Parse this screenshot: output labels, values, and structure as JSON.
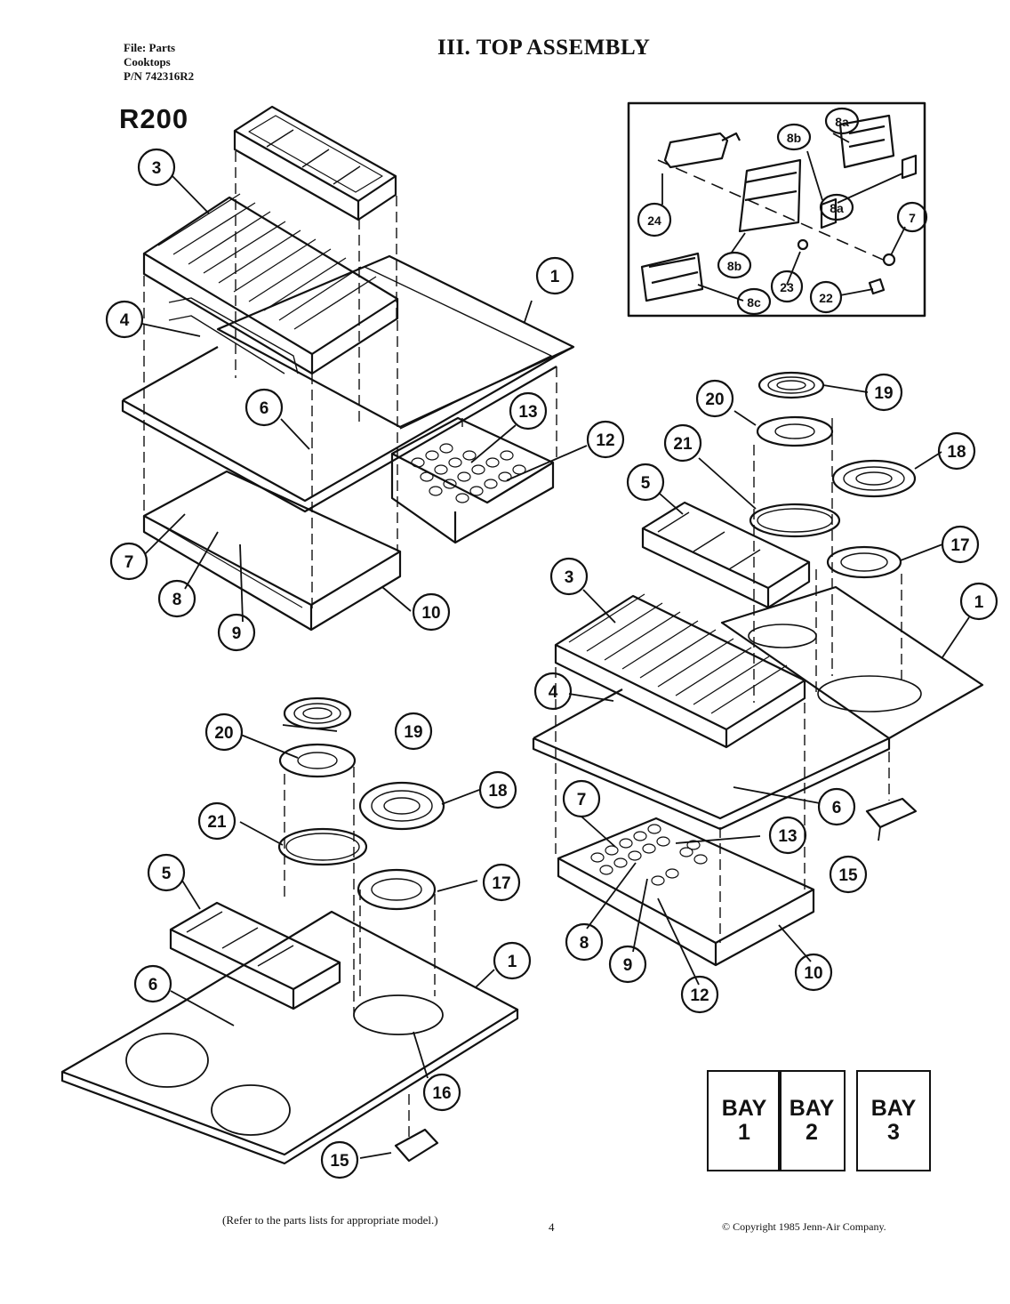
{
  "header": {
    "file_line": "File: Parts",
    "category_line": "Cooktops",
    "part_number_line": "P/N 742316R2",
    "title": "III.  TOP ASSEMBLY",
    "model": "R200"
  },
  "callouts": {
    "inset": [
      "8a",
      "8b",
      "24",
      "8a",
      "7",
      "8b",
      "23",
      "22",
      "8c"
    ],
    "grill_module": [
      "3",
      "1",
      "4",
      "6",
      "13",
      "12",
      "7",
      "8",
      "9",
      "10"
    ],
    "bay_right": [
      "20",
      "19",
      "21",
      "18",
      "5",
      "17",
      "3",
      "1",
      "4",
      "6",
      "15",
      "7",
      "13",
      "8",
      "9",
      "12",
      "10"
    ],
    "bay_left": [
      "20",
      "19",
      "21",
      "18",
      "5",
      "17",
      "1",
      "6",
      "16",
      "15"
    ]
  },
  "bays": [
    {
      "line1": "BAY",
      "line2": "1"
    },
    {
      "line1": "BAY",
      "line2": "2"
    },
    {
      "line1": "BAY",
      "line2": "3"
    }
  ],
  "footer": {
    "note": "(Refer to the parts lists for appropriate model.)",
    "page_number": "4",
    "copyright": "© Copyright 1985 Jenn-Air Company."
  }
}
